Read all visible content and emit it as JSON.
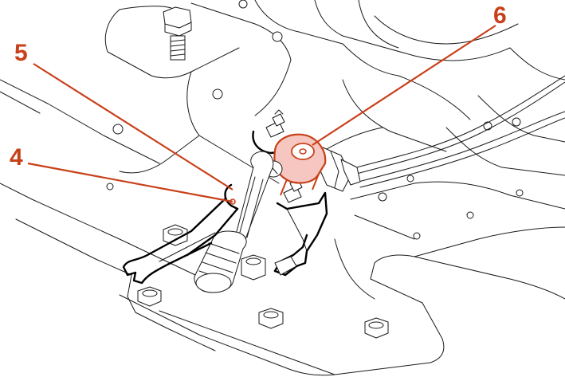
{
  "callouts": [
    {
      "id": "4",
      "label": "4"
    },
    {
      "id": "5",
      "label": "5"
    },
    {
      "id": "6",
      "label": "6"
    }
  ],
  "colors": {
    "callout": "#c8401a",
    "leader": "#c8401a",
    "highlight_fill": "#f6c7c0",
    "line": "#1a1a1a"
  }
}
